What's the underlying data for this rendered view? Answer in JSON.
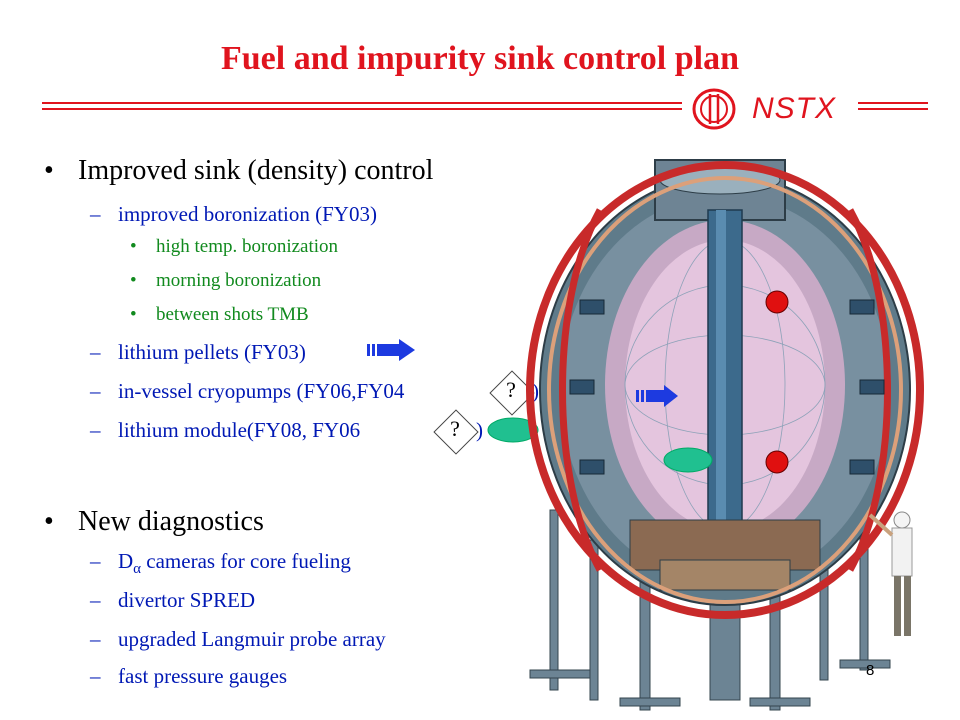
{
  "title": "Fuel and impurity sink control plan",
  "logo_text": "NSTX",
  "bullet1": {
    "text": "Improved sink (density) control",
    "items": [
      {
        "text": "improved boronization (FY03)"
      },
      {
        "text": "lithium pellets (FY03)"
      },
      {
        "text": "in-vessel cryopumps (FY06,FY04",
        "suffix": ")"
      },
      {
        "text": "lithium module(FY08, FY06",
        "suffix": ")"
      }
    ],
    "subitems": [
      "high temp. boronization",
      "morning boronization",
      "between shots TMB"
    ]
  },
  "question_mark": "?",
  "bullet2": {
    "text": "New diagnostics",
    "items": [
      {
        "prefix": "D",
        "greek": "α",
        "text": " cameras for core fueling"
      },
      {
        "text": "divertor SPRED"
      },
      {
        "text": "upgraded Langmuir probe array"
      },
      {
        "text": "fast pressure gauges"
      }
    ]
  },
  "page_number": "8",
  "colors": {
    "title": "#e0141e",
    "level2": "#0018b4",
    "level3": "#118a1e",
    "arrow": "#1d3ae0",
    "red_marker": "#e01010",
    "green_marker": "#20c090"
  }
}
